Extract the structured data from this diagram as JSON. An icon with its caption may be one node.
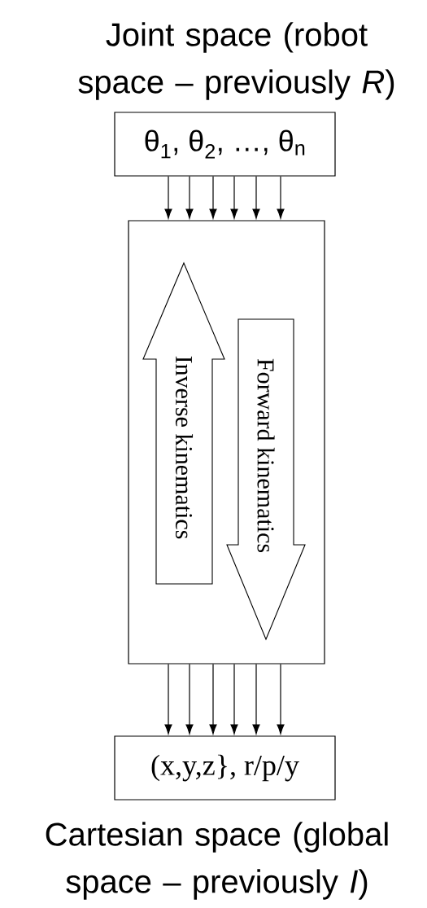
{
  "diagram": {
    "nodes": [
      {
        "text": [
          "Joint space (robot space – previously *R*)",
          "θ$_{1}$, θ$_{2}$, …, θ$_{n}$"
        ]
      },
      {
        "text": [],
        "shape": "box"
      },
      {
        "text": [
          "Inverse kinematics"
        ],
        "in": 1
      },
      {
        "text": [
          "Forward kinematics"
        ],
        "in": 1
      },
      {
        "text": [
          "(x,y,z}, r/p/y",
          "Cartesian space (global space – previously *I*)"
        ]
      }
    ],
    "edges": [
      {
        "from": 0,
        "to": 1,
        "arrow": "to"
      },
      {
        "from": 0,
        "to": 1,
        "arrow": "to"
      },
      {
        "from": 0,
        "to": 1,
        "arrow": "to"
      },
      {
        "from": 0,
        "to": 1,
        "arrow": "to"
      },
      {
        "from": 0,
        "to": 1,
        "arrow": "to"
      },
      {
        "from": 0,
        "to": 1,
        "arrow": "to"
      },
      {
        "from": 1,
        "to": 4,
        "arrow": "to"
      },
      {
        "from": 1,
        "to": 4,
        "arrow": "to"
      },
      {
        "from": 1,
        "to": 4,
        "arrow": "to"
      },
      {
        "from": 1,
        "to": 4,
        "arrow": "to"
      },
      {
        "from": 1,
        "to": 4,
        "arrow": "to"
      },
      {
        "from": 1,
        "to": 4,
        "arrow": "to"
      }
    ]
  }
}
